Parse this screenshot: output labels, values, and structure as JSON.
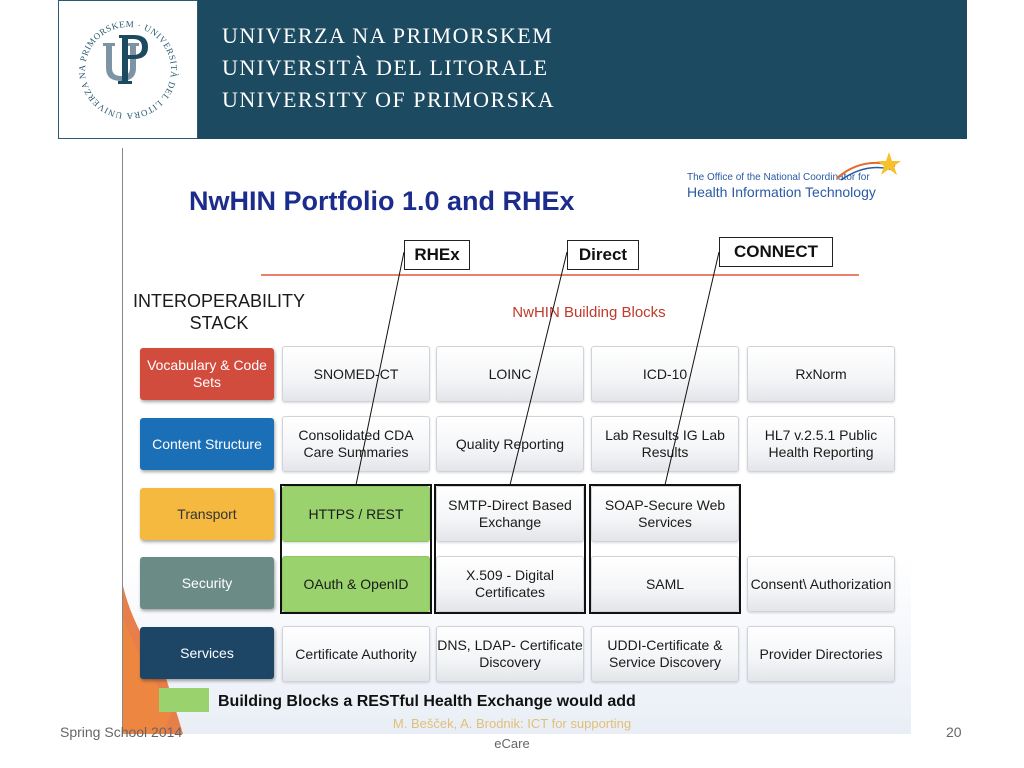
{
  "header": {
    "lines": [
      "UNIVERZA NA PRIMORSKEM",
      "UNIVERSITÀ DEL LITORALE",
      "UNIVERSITY OF PRIMORSKA"
    ],
    "logo_ring_text": "UNIVERZA NA PRIMORSKEM · UNIVERSITÀ DEL LITORALE"
  },
  "slide": {
    "title": "NwHIN Portfolio 1.0 and RHEx",
    "onc_line1": "The Office of the National Coordinator for",
    "onc_line2": "Health Information Technology",
    "stack_title_1": "INTEROPERABILITY",
    "stack_title_2": "STACK",
    "building_blocks_title": "NwHIN Building Blocks",
    "labels": {
      "rhex": "RHEx",
      "direct": "Direct",
      "connect": "CONNECT"
    },
    "rows": [
      {
        "category": "Vocabulary & Code Sets",
        "color": "#d24c3e",
        "cells": [
          "SNOMED-CT",
          "LOINC",
          "ICD-10",
          "RxNorm"
        ]
      },
      {
        "category": "Content Structure",
        "color": "#1a6fb7",
        "cells": [
          "Consolidated CDA Care Summaries",
          "Quality Reporting",
          "Lab Results IG Lab Results",
          "HL7 v.2.5.1 Public Health Reporting"
        ]
      },
      {
        "category": "Transport",
        "color": "#f6b940",
        "cells": [
          "HTTPS  / REST",
          "SMTP-Direct Based Exchange",
          "SOAP-Secure Web Services",
          ""
        ]
      },
      {
        "category": "Security",
        "color": "#6b8b86",
        "cells": [
          "OAuth & OpenID",
          "X.509 - Digital Certificates",
          "SAML",
          "Consent\\ Authorization"
        ]
      },
      {
        "category": "Services",
        "color": "#1d4566",
        "cells": [
          "Certificate Authority",
          "DNS, LDAP- Certificate Discovery",
          "UDDI-Certificate & Service Discovery",
          "Provider Directories"
        ]
      }
    ],
    "legend": "Building Blocks a RESTful Health Exchange would add"
  },
  "footer": {
    "left": "Spring School 2014",
    "center_line1": "M. Bešček, A. Brodnik: ICT for supporting",
    "center_line2": "eCare",
    "page": "20"
  }
}
